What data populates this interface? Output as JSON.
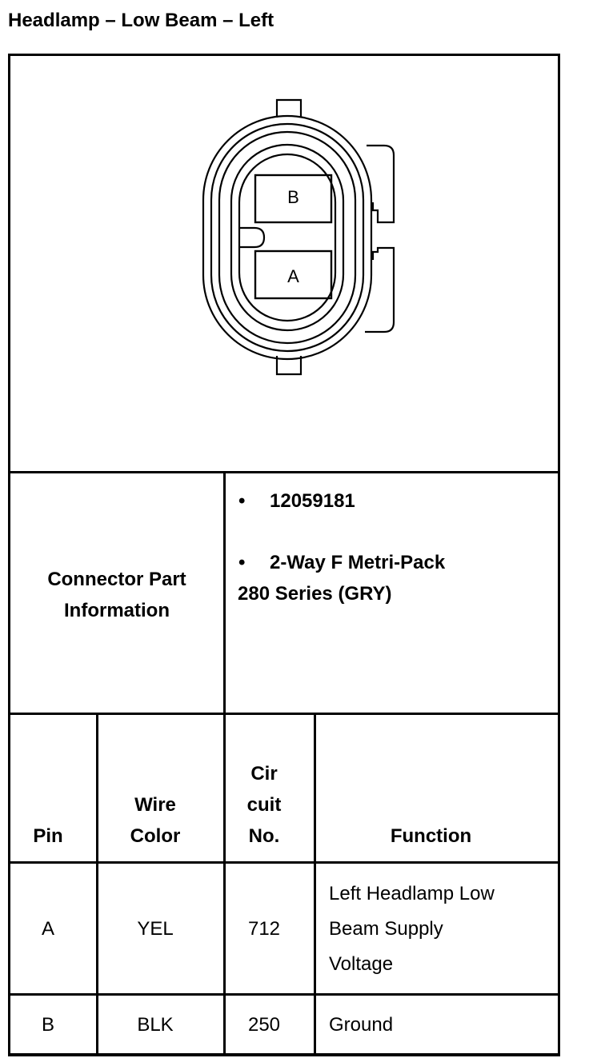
{
  "title": "Headlamp – Low Beam – Left",
  "connector_diagram": {
    "pin_top_label": "B",
    "pin_bottom_label": "A"
  },
  "part_info": {
    "label_line1": "Connector Part",
    "label_line2": "Information",
    "bullet": "•",
    "part_number": "12059181",
    "description_line1": "2-Way F Metri-Pack",
    "description_line2": "280 Series (GRY)"
  },
  "table": {
    "headers": {
      "pin": "Pin",
      "wire_color_line1": "Wire",
      "wire_color_line2": "Color",
      "circuit_line1": "Cir",
      "circuit_line2": "cuit",
      "circuit_line3": "No.",
      "function": "Function"
    },
    "rows": [
      {
        "pin": "A",
        "wire_color": "YEL",
        "circuit": "712",
        "function_lines": [
          "Left Headlamp Low",
          "Beam Supply",
          "Voltage"
        ]
      },
      {
        "pin": "B",
        "wire_color": "BLK",
        "circuit": "250",
        "function_lines": [
          "Ground"
        ]
      }
    ]
  }
}
